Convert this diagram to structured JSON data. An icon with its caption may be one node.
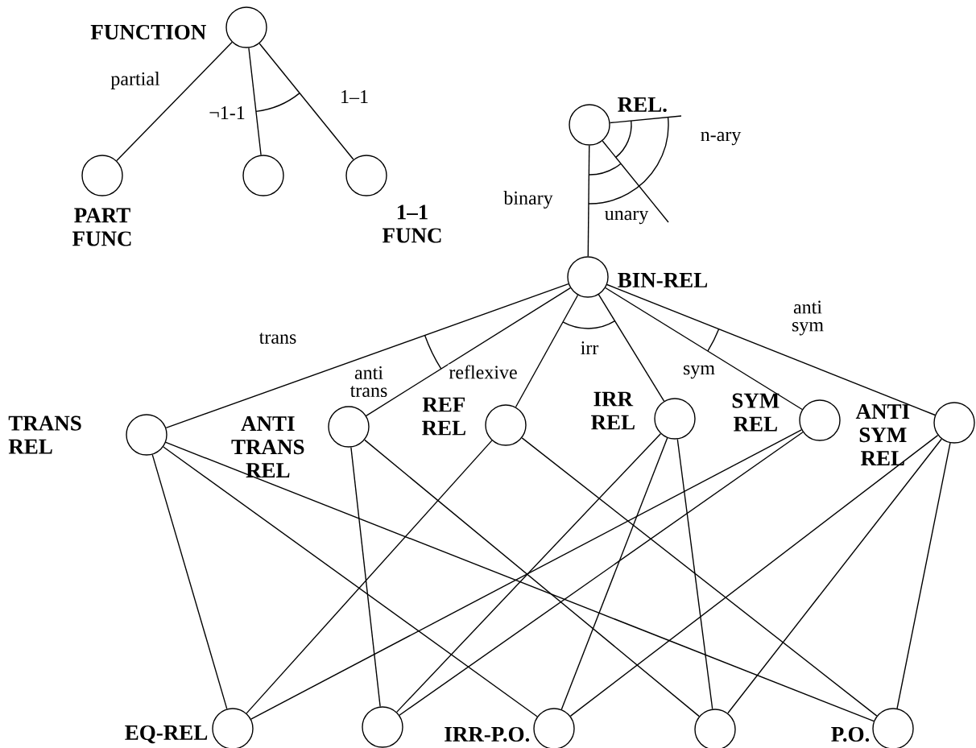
{
  "diagram": {
    "nodes": [
      {
        "text": [
          "FUNCTION"
        ]
      },
      {
        "text": [
          "PART FUNC"
        ]
      },
      {
        "text": [],
        "shape": "circle"
      },
      {
        "text": [
          "1–1 FUNC"
        ]
      },
      {
        "text": [
          "REL."
        ]
      },
      {
        "text": [
          "BIN-REL"
        ]
      },
      {
        "text": [
          "TRANS REL"
        ]
      },
      {
        "text": [
          "ANTI TRANS REL"
        ]
      },
      {
        "text": [
          "REF REL"
        ]
      },
      {
        "text": [
          "IRR REL"
        ]
      },
      {
        "text": [
          "SYM REL"
        ]
      },
      {
        "text": [
          "ANTI SYM REL"
        ]
      },
      {
        "text": [
          "EQ-REL"
        ]
      },
      {
        "text": [],
        "shape": "circle"
      },
      {
        "text": [
          "IRR-P.O."
        ]
      },
      {
        "text": [],
        "shape": "circle"
      },
      {
        "text": [
          "P.O."
        ]
      }
    ],
    "edges": [
      {
        "from": 0,
        "to": 1,
        "arrow": "none",
        "label": "partial"
      },
      {
        "from": 0,
        "to": 2,
        "arrow": "none",
        "label": "¬1-1"
      },
      {
        "from": 0,
        "to": 3,
        "arrow": "none",
        "label": "1–1"
      },
      {
        "from": 4,
        "to": null,
        "arrow": "none",
        "label": "n-ary"
      },
      {
        "from": 4,
        "to": null,
        "arrow": "none",
        "label": "unary"
      },
      {
        "from": 4,
        "to": 5,
        "arrow": "none",
        "label": "binary"
      },
      {
        "from": 5,
        "to": 6,
        "arrow": "none",
        "label": "trans"
      },
      {
        "from": 5,
        "to": 7,
        "arrow": "none",
        "label": "anti trans"
      },
      {
        "from": 5,
        "to": 8,
        "arrow": "none",
        "label": "reflexive"
      },
      {
        "from": 5,
        "to": 9,
        "arrow": "none",
        "label": "irr"
      },
      {
        "from": 5,
        "to": 10,
        "arrow": "none",
        "label": "sym"
      },
      {
        "from": 5,
        "to": 11,
        "arrow": "none",
        "label": "anti sym"
      },
      {
        "from": 6,
        "to": 12,
        "arrow": "none"
      },
      {
        "from": 6,
        "to": 14,
        "arrow": "none"
      },
      {
        "from": 6,
        "to": 16,
        "arrow": "none"
      },
      {
        "from": 7,
        "to": 13,
        "arrow": "none"
      },
      {
        "from": 7,
        "to": 15,
        "arrow": "none"
      },
      {
        "from": 8,
        "to": 12,
        "arrow": "none"
      },
      {
        "from": 8,
        "to": 16,
        "arrow": "none"
      },
      {
        "from": 9,
        "to": 13,
        "arrow": "none"
      },
      {
        "from": 9,
        "to": 14,
        "arrow": "none"
      },
      {
        "from": 9,
        "to": 15,
        "arrow": "none"
      },
      {
        "from": 10,
        "to": 12,
        "arrow": "none"
      },
      {
        "from": 10,
        "to": 13,
        "arrow": "none"
      },
      {
        "from": 11,
        "to": 14,
        "arrow": "none"
      },
      {
        "from": 11,
        "to": 15,
        "arrow": "none"
      },
      {
        "from": 11,
        "to": 16,
        "arrow": "none"
      }
    ]
  }
}
